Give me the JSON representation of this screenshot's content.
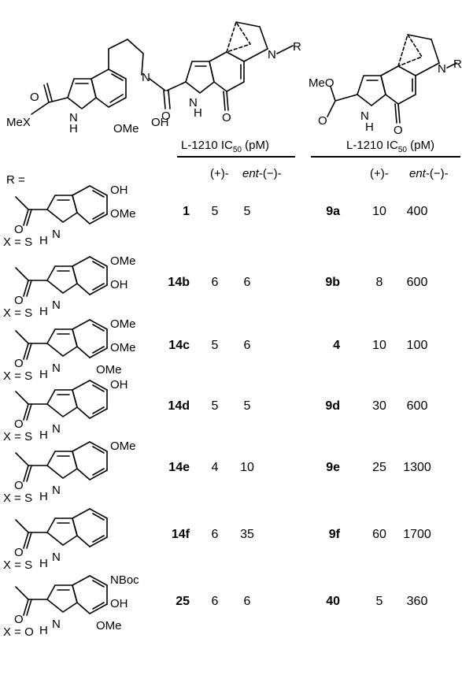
{
  "header": {
    "r_label": "R =",
    "table1_title": "L-1210 IC",
    "table1_sub": "50",
    "table1_unit": " (pM)",
    "table2_title": "L-1210 IC",
    "table2_sub": "50",
    "table2_unit": " (pM)",
    "col_plus": "(+)-",
    "col_ent": "ent",
    "col_ent_suffix": "-(−)-"
  },
  "atoms": {
    "O": "O",
    "N": "N",
    "H": "H",
    "R": "R",
    "OH": "OH",
    "OMe": "OMe",
    "MeO": "MeO",
    "MeX": "MeX",
    "NBoc": "NBoc"
  },
  "rows": [
    {
      "x_label": "X = S",
      "ring_subs": [
        "OH",
        "OMe"
      ],
      "cpd1": "1",
      "v1": "5",
      "v2": "5",
      "cpd2": "9a",
      "v3": "10",
      "v4": "400"
    },
    {
      "x_label": "X = S",
      "ring_subs": [
        "OMe",
        "OH"
      ],
      "cpd1": "14b",
      "v1": "6",
      "v2": "6",
      "cpd2": "9b",
      "v3": "8",
      "v4": "600"
    },
    {
      "x_label": "X = S",
      "ring_subs": [
        "OMe",
        "OMe",
        "OMe"
      ],
      "cpd1": "14c",
      "v1": "5",
      "v2": "6",
      "cpd2": "4",
      "v3": "10",
      "v4": "100"
    },
    {
      "x_label": "X = S",
      "ring_subs": [
        "OH"
      ],
      "cpd1": "14d",
      "v1": "5",
      "v2": "5",
      "cpd2": "9d",
      "v3": "30",
      "v4": "600"
    },
    {
      "x_label": "X = S",
      "ring_subs": [
        "OMe"
      ],
      "cpd1": "14e",
      "v1": "4",
      "v2": "10",
      "cpd2": "9e",
      "v3": "25",
      "v4": "1300"
    },
    {
      "x_label": "X = S",
      "ring_subs": [],
      "cpd1": "14f",
      "v1": "6",
      "v2": "35",
      "cpd2": "9f",
      "v3": "60",
      "v4": "1700"
    },
    {
      "x_label": "X = O",
      "ring_subs": [
        "NBoc",
        "OH",
        "OMe"
      ],
      "cpd1": "25",
      "v1": "6",
      "v2": "6",
      "cpd2": "40",
      "v3": "5",
      "v4": "360"
    }
  ]
}
